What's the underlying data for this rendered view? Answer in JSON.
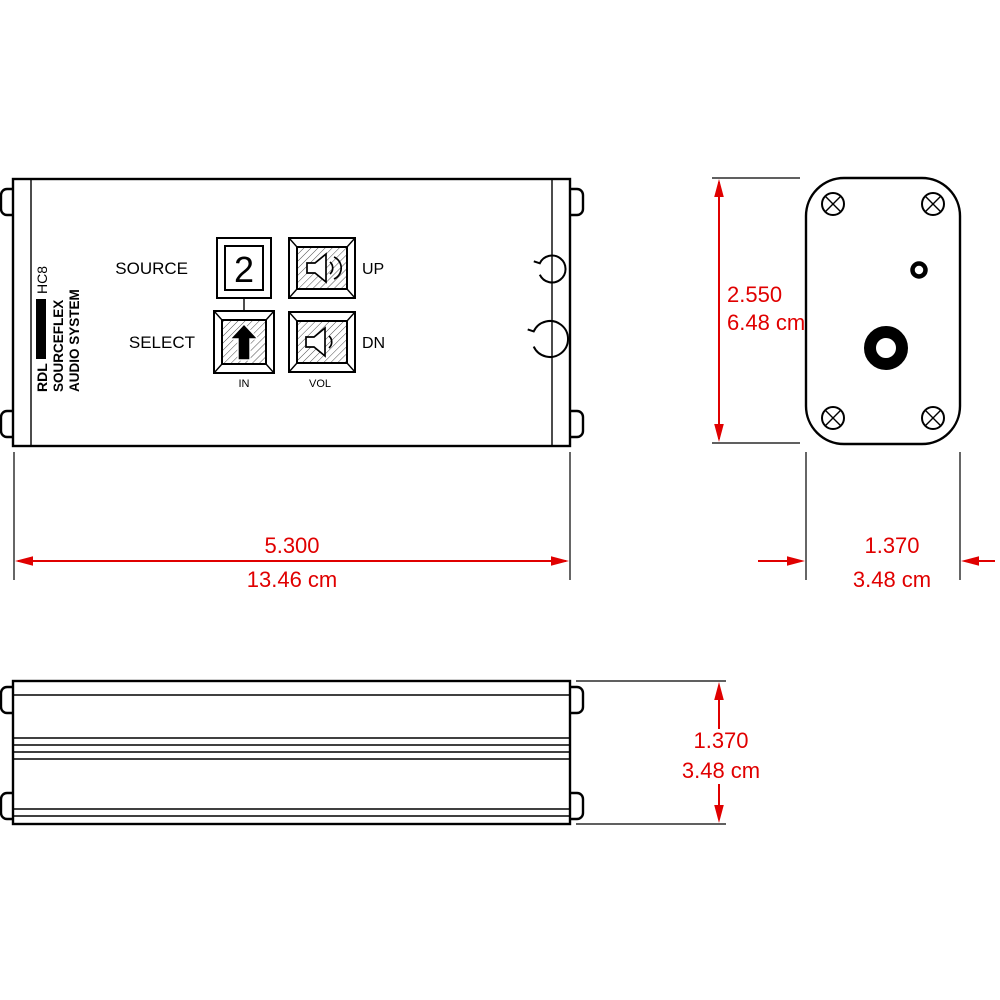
{
  "colors": {
    "line": "#000000",
    "dimension": "#e00000",
    "paper": "#ffffff"
  },
  "front_view": {
    "side_text": {
      "brand": "RDL",
      "model": "HC8",
      "name_line1": "SOURCEFLEX",
      "name_line2": "AUDIO SYSTEM"
    },
    "source_label": "SOURCE",
    "source_value": "2",
    "up_label": "UP",
    "select_label": "SELECT",
    "dn_label": "DN",
    "in_label": "IN",
    "vol_label": "VOL"
  },
  "icons": {
    "volume_up_button": "speaker-volume-up-icon",
    "volume_down_button": "speaker-volume-down-icon",
    "select_button": "arrow-up-icon",
    "corner_fastener": "screw-head-icon"
  },
  "dimensions": {
    "front_width": {
      "inches": "5.300",
      "metric": "13.46 cm"
    },
    "side_height": {
      "inches": "2.550",
      "metric": "6.48 cm"
    },
    "side_depth": {
      "inches": "1.370",
      "metric": "3.48 cm"
    },
    "profile_height": {
      "inches": "1.370",
      "metric": "3.48 cm"
    }
  }
}
